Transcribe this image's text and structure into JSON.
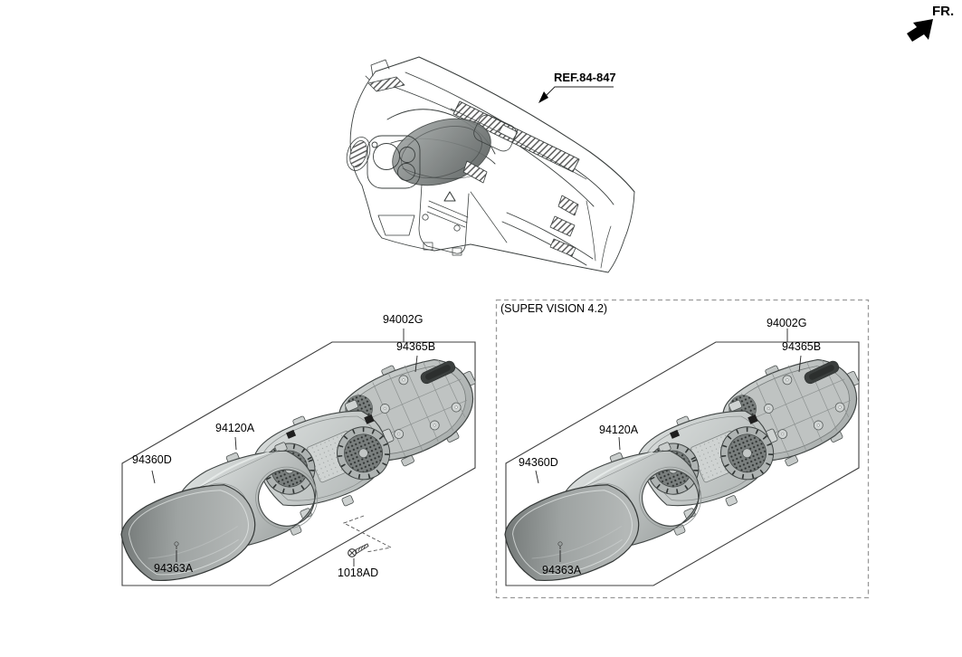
{
  "header": {
    "fr_label": "FR.",
    "ref_label": "REF.84-847"
  },
  "standard_box": {
    "parts": {
      "assembly": "94002G",
      "rear_cover": "94365B",
      "housing": "94120A",
      "lens": "94360D",
      "lens_screw": "94363A",
      "mounting_screw": "1018AD"
    }
  },
  "super_vision_box": {
    "caption": "(SUPER VISION 4.2)",
    "parts": {
      "assembly": "94002G",
      "rear_cover": "94365B",
      "housing": "94120A",
      "lens": "94360D",
      "lens_screw": "94363A"
    }
  },
  "icons": {
    "fr_arrow": "bold-arrow-up-right",
    "screw": "phillips-screw-side-view"
  },
  "colors": {
    "line": "#3a3f3e",
    "box_outline": "#3f3f3f",
    "dashed_border": "#9a9a9a",
    "part_fill_light": "#d8dcdb",
    "part_fill_dark": "#6d7271",
    "label_text": "#000000"
  }
}
